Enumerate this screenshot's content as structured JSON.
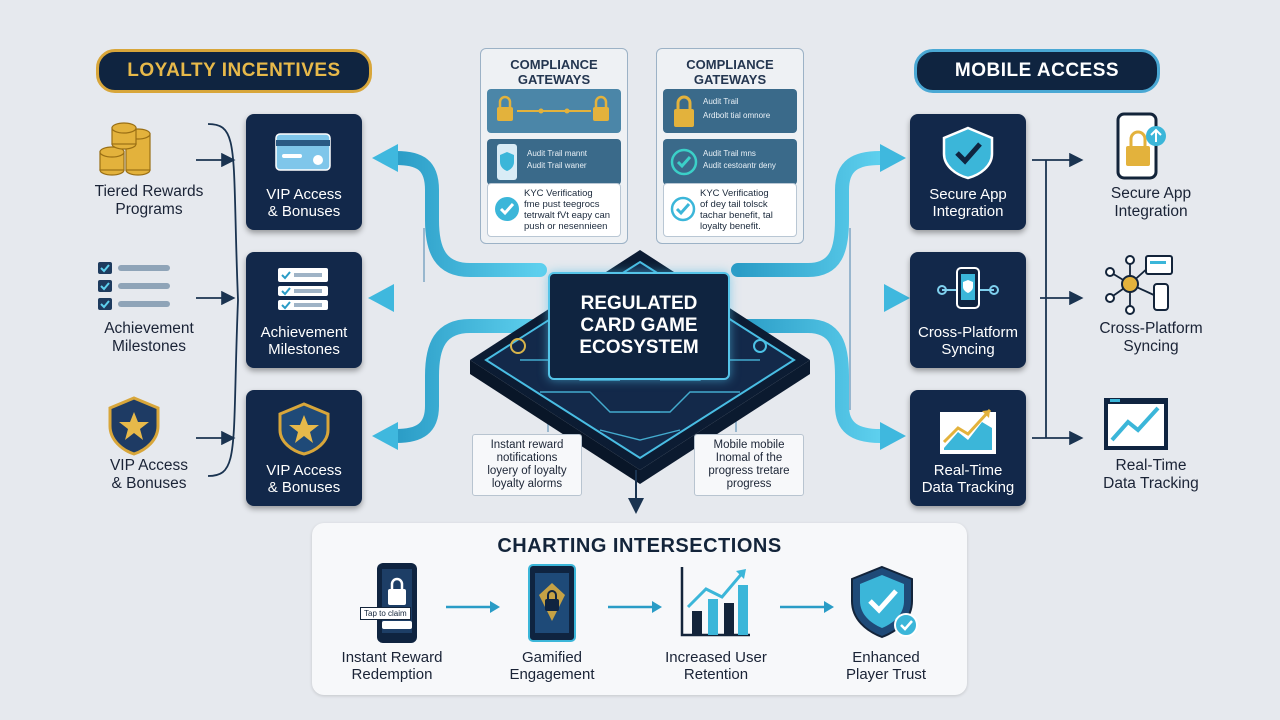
{
  "header": {
    "loyalty_title": "LOYALTY INCENTIVES",
    "mobile_title": "MOBILE ACCESS"
  },
  "center": {
    "line1": "REGULATED",
    "line2": "CARD GAME",
    "line3": "ECOSYSTEM"
  },
  "left_outer": [
    {
      "label1": "Tiered Rewards",
      "label2": "Programs",
      "icon": "coin-stack-icon"
    },
    {
      "label1": "Achievement",
      "label2": "Milestones",
      "icon": "checklist-icon"
    },
    {
      "label1": "VIP Access",
      "label2": "& Bonuses",
      "icon": "star-shield-icon"
    }
  ],
  "left_tiles": [
    {
      "label1": "VIP Access",
      "label2": "& Bonuses",
      "icon": "vip-card-icon"
    },
    {
      "label1": "Achievement",
      "label2": "Milestones",
      "icon": "checklist-icon"
    },
    {
      "label1": "VIP Access",
      "label2": "& Bonuses",
      "icon": "star-shield-icon"
    }
  ],
  "right_tiles": [
    {
      "label1": "Secure App",
      "label2": "Integration",
      "icon": "shield-check-icon"
    },
    {
      "label1": "Cross-Platform",
      "label2": "Syncing",
      "icon": "phone-sync-icon"
    },
    {
      "label1": "Real-Time",
      "label2": "Data Tracking",
      "icon": "trend-chart-icon"
    }
  ],
  "right_outer": [
    {
      "label1": "Secure App",
      "label2": "Integration",
      "icon": "phone-lock-icon"
    },
    {
      "label1": "Cross-Platform",
      "label2": "Syncing",
      "icon": "devices-network-icon"
    },
    {
      "label1": "Real-Time",
      "label2": "Data Tracking",
      "icon": "monitor-chart-icon"
    }
  ],
  "gateways": [
    {
      "title1": "COMPLIANCE",
      "title2": "GATEWAYS",
      "row2_text1": "Audit Trail mannt",
      "row2_text2": "Audit Trail waner",
      "kyc1": "KYC Verificatiog",
      "kyc2": "fme pust teegrocs",
      "kyc3": "tetrwalt fVt eapy can",
      "kyc4": "push or nesennieen"
    },
    {
      "title1": "COMPLIANCE",
      "title2": "GATEWAYS",
      "row1_text1": "Audit Trail",
      "row1_text2": "Ardbolt tial omnore",
      "row2_text1": "Audit Trail mns",
      "row2_text2": "Audit cestoantr deny",
      "kyc1": "KYC Verificatiog",
      "kyc2": "of dey tail tolsck",
      "kyc3": "tachar benefit, tal",
      "kyc4": "loyalty benefit."
    }
  ],
  "notes": {
    "left": [
      "Instant reward",
      "notifications",
      "loyery of loyalty",
      "loyalty alorms"
    ],
    "right": [
      "Mobile mobile",
      "Inomal of the",
      "progress tretare",
      "progress"
    ]
  },
  "bottom": {
    "title": "CHARTING INTERSECTIONS",
    "items": [
      {
        "label1": "Instant Reward",
        "label2": "Redemption",
        "icon": "phone-claim-icon",
        "badge": "Tap to claim"
      },
      {
        "label1": "Gamified",
        "label2": "Engagement",
        "icon": "game-card-icon"
      },
      {
        "label1": "Increased User",
        "label2": "Retention",
        "icon": "growth-chart-icon"
      },
      {
        "label1": "Enhanced",
        "label2": "Player Trust",
        "icon": "trust-shield-icon"
      }
    ]
  },
  "colors": {
    "navy": "#0f2440",
    "cyan": "#3bb6d9",
    "gold": "#d8a63a",
    "background": "#e6e9ee"
  }
}
